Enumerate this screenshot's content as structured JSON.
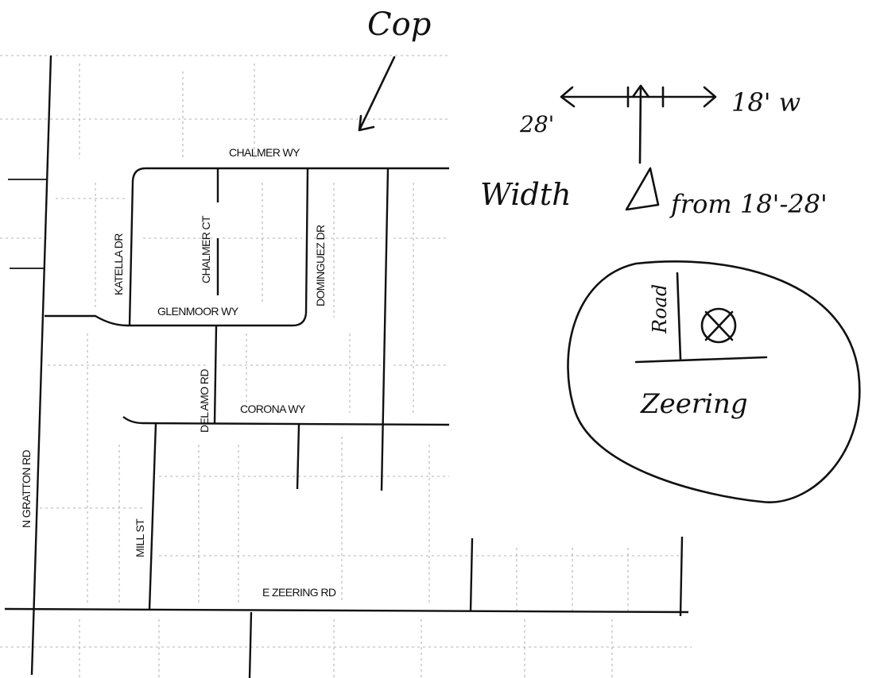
{
  "map": {
    "streets": {
      "chalmer_wy": "CHALMER WY",
      "katella_dr": "KATELLA DR",
      "chalmer_ct": "CHALMER CT",
      "dominguez_dr": "DOMINGUEZ DR",
      "glenmoor_wy": "GLENMOOR WY",
      "del_amo_rd": "DEL AMO RD",
      "corona_wy": "CORONA WY",
      "n_gratton_rd": "N GRATTON RD",
      "mill_st": "MILL ST",
      "e_zeering_rd": "E ZEERING RD"
    }
  },
  "annotations": {
    "cop": "Cop",
    "left_width": "28'",
    "right_width": "18' w",
    "width_note_word": "Width",
    "width_note_range": "from 18'-28'",
    "inset_road": "Road",
    "inset_zeering": "Zeering"
  }
}
